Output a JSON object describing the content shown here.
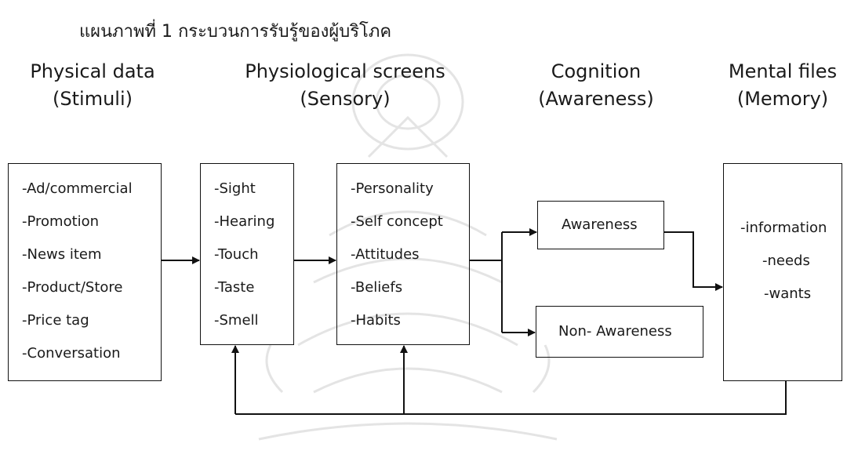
{
  "title": "แผนภาพที่ 1 กระบวนการรับรู้ของผู้บริโภค",
  "headers": {
    "physical": {
      "line1": "Physical data",
      "line2": "(Stimuli)"
    },
    "physiological": {
      "line1": "Physiological screens",
      "line2": "(Sensory)"
    },
    "cognition": {
      "line1": "Cognition",
      "line2": "(Awareness)"
    },
    "mental": {
      "line1": "Mental files",
      "line2": "(Memory)"
    }
  },
  "stimuli": [
    "-Ad/commercial",
    "-Promotion",
    "-News item",
    "-Product/Store",
    "-Price tag",
    "-Conversation"
  ],
  "senses": [
    "-Sight",
    "-Hearing",
    "-Touch",
    "-Taste",
    "-Smell"
  ],
  "filters": [
    "-Personality",
    "-Self concept",
    "-Attitudes",
    "-Beliefs",
    "-Habits"
  ],
  "awareness": "Awareness",
  "non_awareness": "Non- Awareness",
  "memory": [
    "-information",
    "-needs",
    "-wants"
  ]
}
